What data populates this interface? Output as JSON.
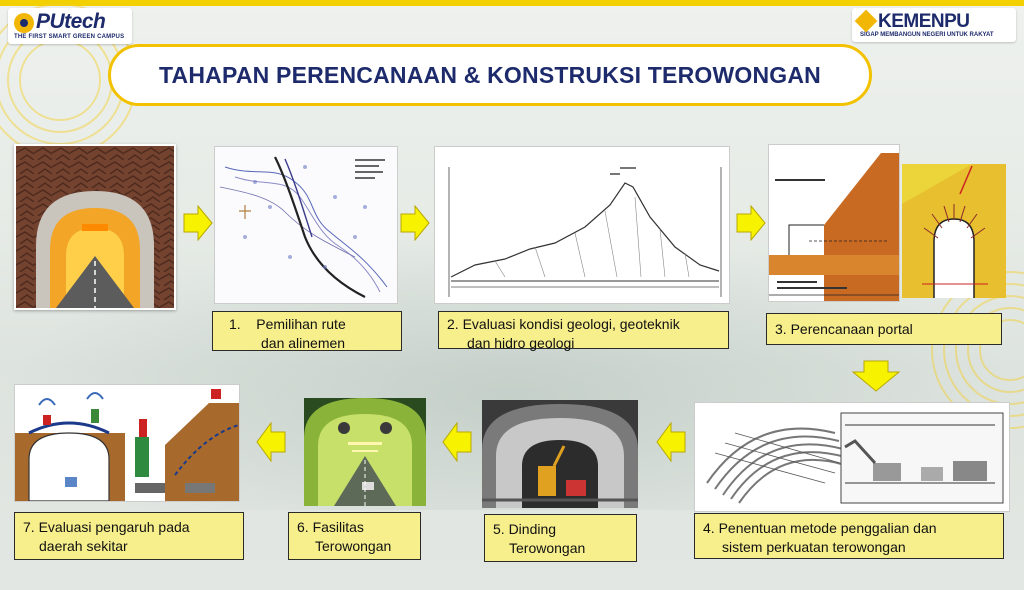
{
  "logos": {
    "left": {
      "wordmark": "PUtech",
      "tagline": "THE FIRST SMART GREEN CAMPUS"
    },
    "right": {
      "wordmark": "KEMENPU",
      "tagline": "SIGAP MEMBANGUN NEGERI UNTUK RAKYAT"
    }
  },
  "title": "TAHAPAN PERENCANAAN & KONSTRUKSI TEROWONGAN",
  "steps": [
    {
      "line1": "1.    Pemilihan rute",
      "line2": "dan alinemen"
    },
    {
      "line1": "2. Evaluasi kondisi geologi, geoteknik",
      "line2": "dan hidro geologi"
    },
    {
      "line1": "3. Perencanaan portal",
      "line2": ""
    },
    {
      "line1": "4. Penentuan metode penggalian dan",
      "line2": "sistem perkuatan terowongan"
    },
    {
      "line1": "5. Dinding",
      "line2": "Terowongan"
    },
    {
      "line1": "6. Fasilitas",
      "line2": "Terowongan"
    },
    {
      "line1": "7. Evaluasi pengaruh pada",
      "line2": "daerah sekitar"
    }
  ],
  "colors": {
    "accent": "#f2c200",
    "title": "#1d2a6b",
    "label_bg": "#f7ef8c",
    "arrow": "#f7f200"
  }
}
